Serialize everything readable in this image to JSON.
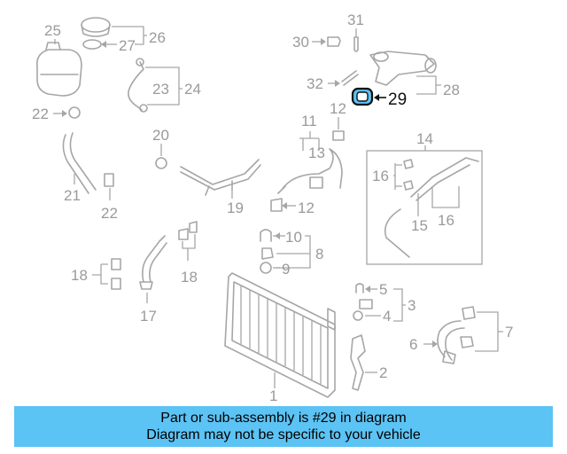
{
  "banner": {
    "line1": "Part or sub-assembly is #29 in diagram",
    "line2": "Diagram may not be specific to your vehicle",
    "color": "#5cc3f5"
  },
  "highlight_color": "#111111",
  "part_color": "#a6a6a6",
  "labels": {
    "n25": "25",
    "n26": "26",
    "n27": "27",
    "n31": "31",
    "n30": "30",
    "n24": "24",
    "n23": "23",
    "n32": "32",
    "n28": "28",
    "n29": "29",
    "n22a": "22",
    "n12a": "12",
    "n11": "11",
    "n13": "13",
    "n12b": "12",
    "n20": "20",
    "n19": "19",
    "n21": "21",
    "n22b": "22",
    "n14": "14",
    "n16a": "16",
    "n15": "15",
    "n16b": "16",
    "n10": "10",
    "n8": "8",
    "n9": "9",
    "n18a": "18",
    "n18b": "18",
    "n17": "17",
    "n5": "5",
    "n3": "3",
    "n4": "4",
    "n6": "6",
    "n7": "7",
    "n1": "1",
    "n2": "2"
  }
}
